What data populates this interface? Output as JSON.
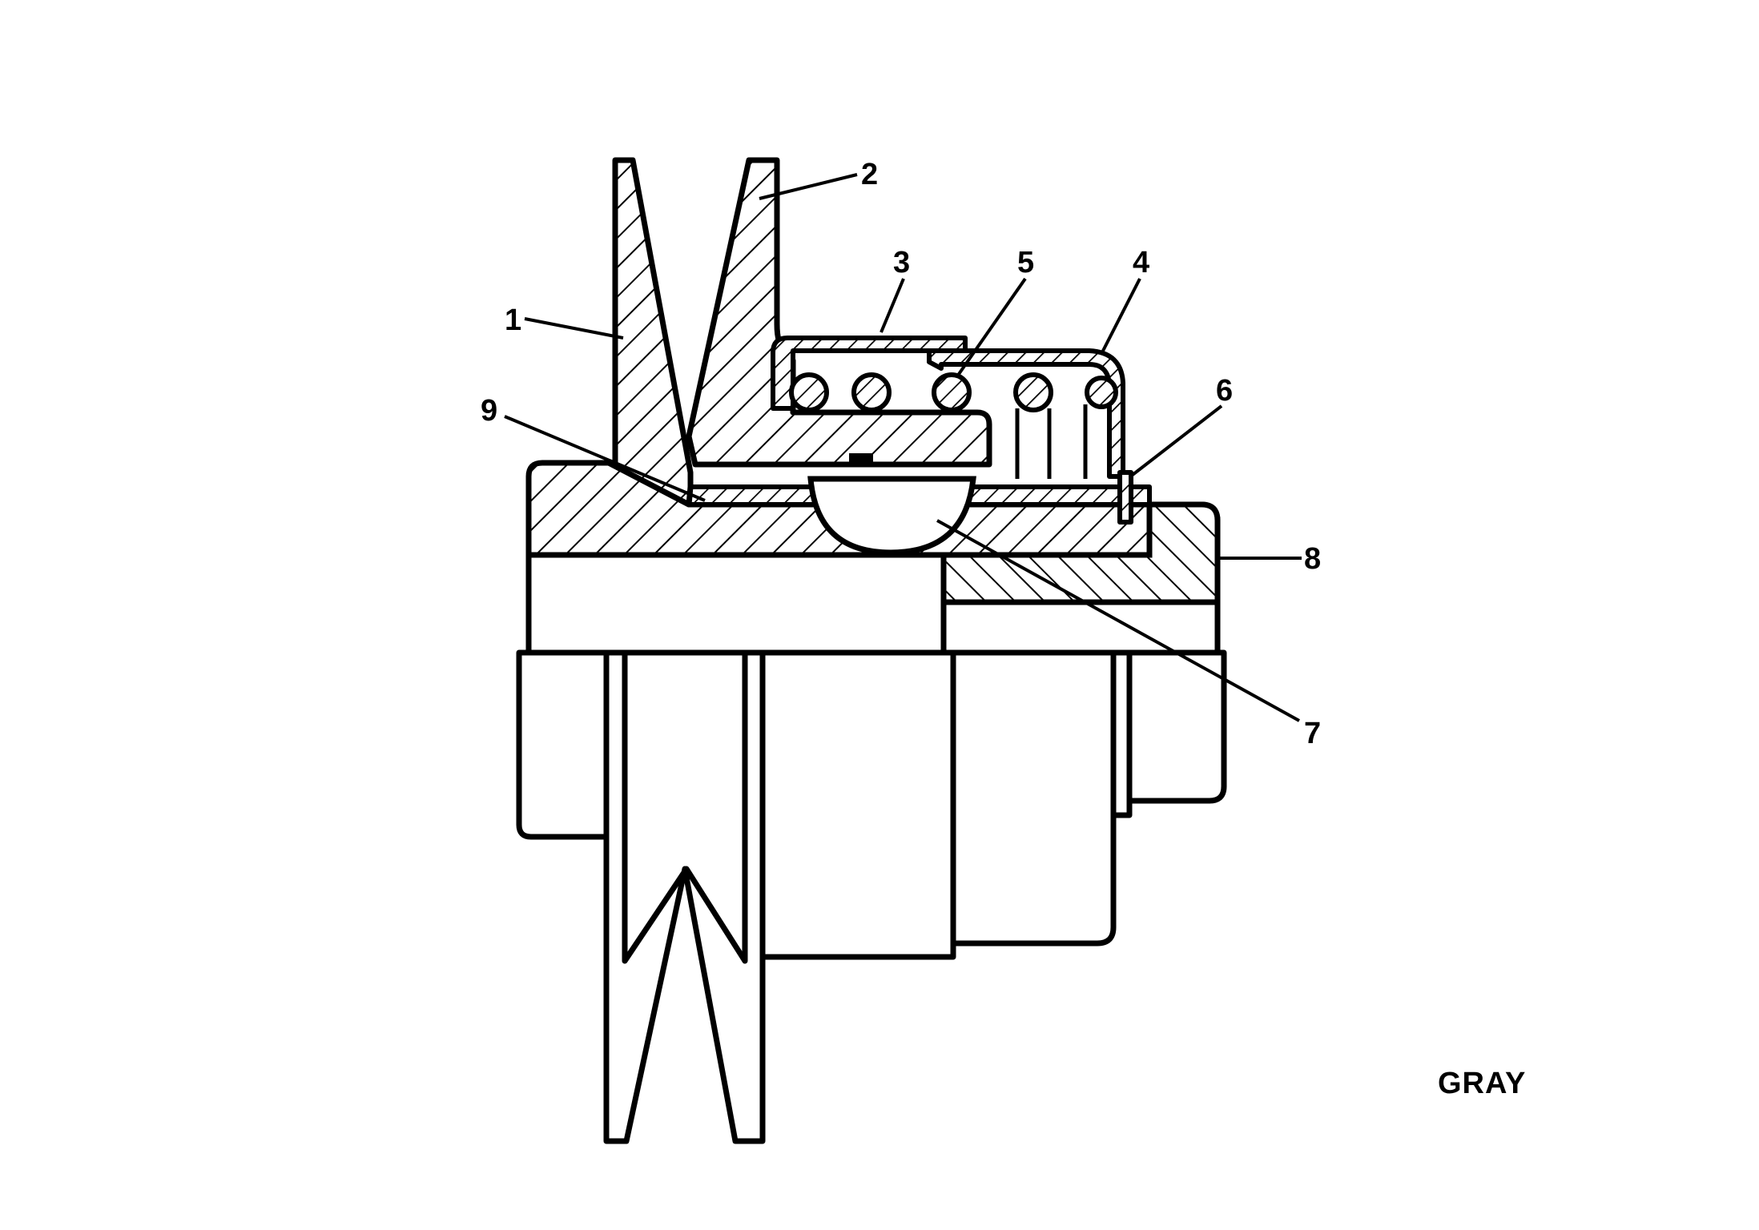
{
  "callouts": [
    {
      "label": "1"
    },
    {
      "label": "2"
    },
    {
      "label": "3"
    },
    {
      "label": "4"
    },
    {
      "label": "5"
    },
    {
      "label": "6"
    },
    {
      "label": "7"
    },
    {
      "label": "8"
    },
    {
      "label": "9"
    }
  ],
  "caption": "GRAY",
  "colors": {
    "ink": "#000000",
    "paper": "#ffffff"
  }
}
